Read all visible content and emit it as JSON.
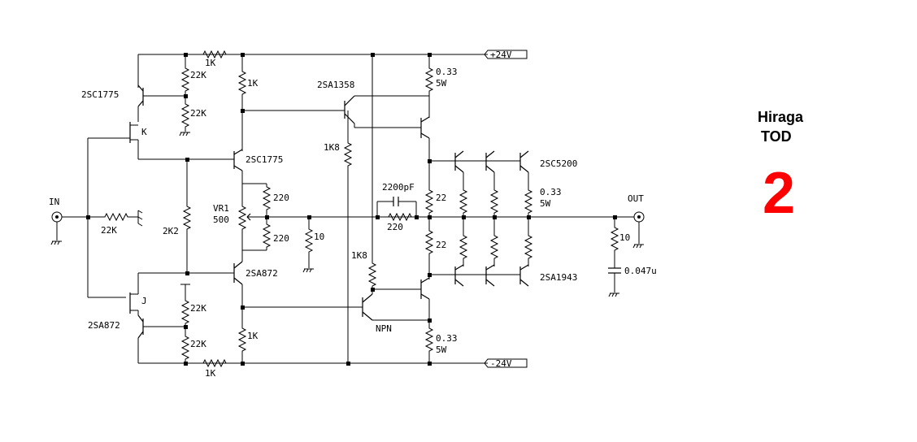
{
  "title": {
    "line1": "Hiraga",
    "line2": "TOD",
    "number": "2",
    "number_color": "#ff0000"
  },
  "rails": {
    "positive": "+24V",
    "negative": "-24V"
  },
  "io": {
    "input": "IN",
    "output": "OUT"
  },
  "labels": {
    "r_in_top_1k": "1K",
    "r_22k_a": "22K",
    "r_22k_b": "22K",
    "r_1k_top_col": "1K",
    "q_2sc1775_top": "2SC1775",
    "q_fet_k": "K",
    "q_2sa1358": "2SA1358",
    "r_1k8_top": "1K8",
    "r_033_top": "0.33",
    "r_5w_top": "5W",
    "q_2sc1775_mid": "2SC1775",
    "q_2sc5200": "2SC5200",
    "r_220_a": "220",
    "r_220_b": "220",
    "vr1": "VR1",
    "vr1_val": "500",
    "r_in_22k": "22K",
    "r_2k2": "2K2",
    "r_10_mid": "10",
    "c_2200pf": "2200pF",
    "r_220_fb": "220",
    "r_22_a": "22",
    "r_22_b": "22",
    "r_033_emit": "0.33",
    "r_5w_emit": "5W",
    "r_10_out": "10",
    "c_0047u": "0.047u",
    "q_2sa872_mid": "2SA872",
    "r_1k8_bot": "1K8",
    "q_2sa1943": "2SA1943",
    "q_fet_j": "J",
    "q_2sa872_bot": "2SA872",
    "r_22k_c": "22K",
    "r_22k_d": "22K",
    "r_1k_bot_col": "1K",
    "q_npn": "NPN",
    "r_033_bot": "0.33",
    "r_5w_bot": "5W",
    "r_in_bot_1k": "1K"
  }
}
